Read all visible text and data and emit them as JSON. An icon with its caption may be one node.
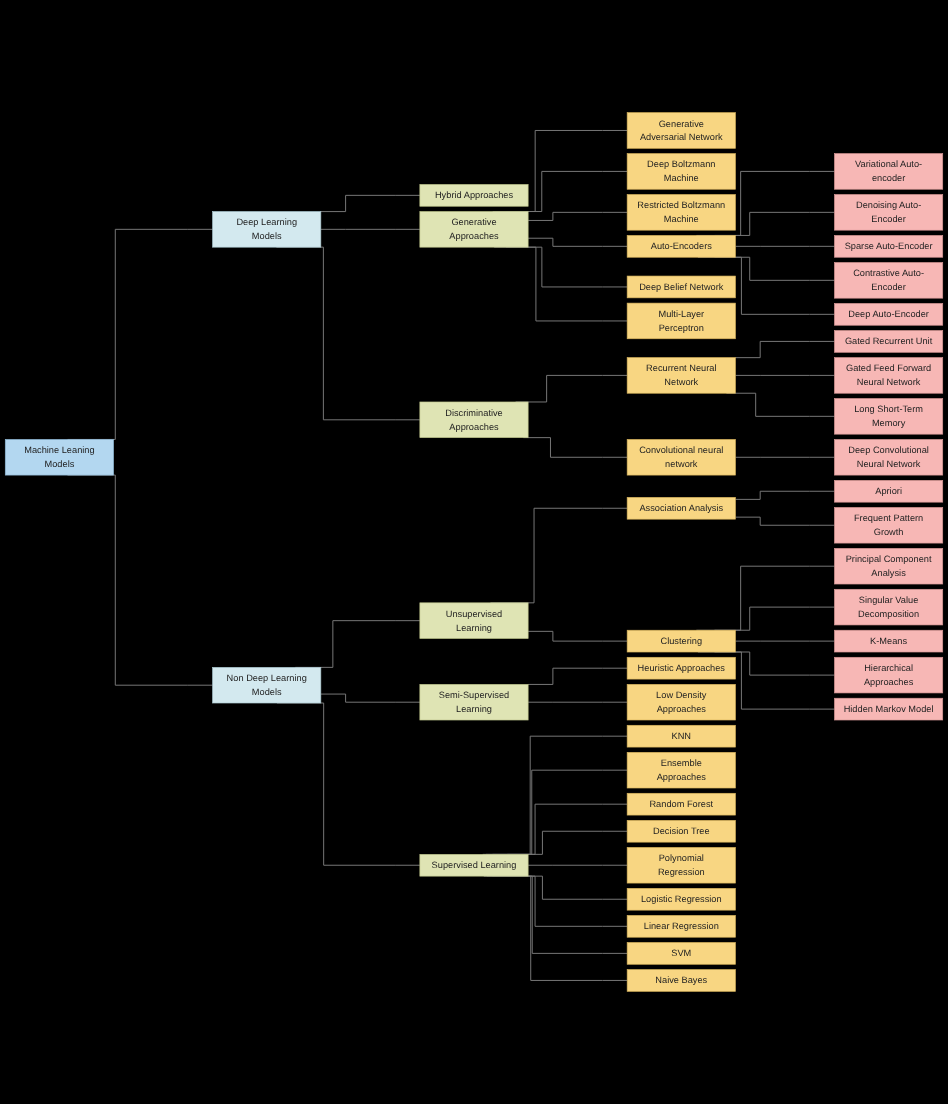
{
  "diagram": {
    "nodes": [
      {
        "text": [
          "Machine Leaning Models"
        ]
      },
      {
        "text": [
          "Deep Learning Models"
        ]
      },
      {
        "text": [
          "Hybrid Approaches"
        ]
      },
      {
        "text": [
          "Generative Approaches"
        ]
      },
      {
        "text": [
          "Generative Adversarial Network"
        ]
      },
      {
        "text": [
          "Deep Boltzmann Machine"
        ]
      },
      {
        "text": [
          "Restricted Boltzmann Machine"
        ]
      },
      {
        "text": [
          "Auto-Encoders"
        ]
      },
      {
        "text": [
          "Variational Auto-encoder"
        ]
      },
      {
        "text": [
          "Denoising Auto-Encoder"
        ]
      },
      {
        "text": [
          "Sparse Auto-Encoder"
        ]
      },
      {
        "text": [
          "Contrastive Auto-Encoder"
        ]
      },
      {
        "text": [
          "Deep Auto-Encoder"
        ]
      },
      {
        "text": [
          "Deep Belief Network"
        ]
      },
      {
        "text": [
          "Multi-Layer Perceptron"
        ]
      },
      {
        "text": [
          "Discriminative Approaches"
        ]
      },
      {
        "text": [
          "Recurrent Neural Network"
        ]
      },
      {
        "text": [
          "Gated Recurrent Unit"
        ]
      },
      {
        "text": [
          "Gated Feed Forward Neural Network"
        ]
      },
      {
        "text": [
          "Long Short-Term Memory"
        ]
      },
      {
        "text": [
          "Convolutional neural network"
        ]
      },
      {
        "text": [
          "Deep Convolutional Neural Network"
        ]
      },
      {
        "text": [
          "Non Deep Learning Models"
        ]
      },
      {
        "text": [
          "Unsupervised Learning"
        ]
      },
      {
        "text": [
          "Association Analysis"
        ]
      },
      {
        "text": [
          "Apriori"
        ]
      },
      {
        "text": [
          "Frequent Pattern Growth"
        ]
      },
      {
        "text": [
          "Clustering"
        ]
      },
      {
        "text": [
          "Principal Component Analysis"
        ]
      },
      {
        "text": [
          "Singular Value Decomposition"
        ]
      },
      {
        "text": [
          "K-Means"
        ]
      },
      {
        "text": [
          "Hierarchical Approaches"
        ]
      },
      {
        "text": [
          "Hidden Markov Model"
        ]
      },
      {
        "text": [
          "Semi-Supervised Learning"
        ]
      },
      {
        "text": [
          "Heuristic Approaches"
        ]
      },
      {
        "text": [
          "Low Density Approaches"
        ]
      },
      {
        "text": [
          "Supervised Learning"
        ]
      },
      {
        "text": [
          "KNN"
        ]
      },
      {
        "text": [
          "Ensemble Approaches"
        ]
      },
      {
        "text": [
          "Random Forest"
        ]
      },
      {
        "text": [
          "Decision Tree"
        ]
      },
      {
        "text": [
          "Polynomial Regression"
        ]
      },
      {
        "text": [
          "Logistic Regression"
        ]
      },
      {
        "text": [
          "Linear Regression"
        ]
      },
      {
        "text": [
          "SVM"
        ]
      },
      {
        "text": [
          "Naive Bayes"
        ]
      }
    ],
    "edges": [
      {
        "from": 0,
        "to": 1,
        "arrow": "none"
      },
      {
        "from": 1,
        "to": 2,
        "arrow": "none"
      },
      {
        "from": 1,
        "to": 3,
        "arrow": "none"
      },
      {
        "from": 3,
        "to": 4,
        "arrow": "none"
      },
      {
        "from": 3,
        "to": 5,
        "arrow": "none"
      },
      {
        "from": 3,
        "to": 6,
        "arrow": "none"
      },
      {
        "from": 3,
        "to": 7,
        "arrow": "none"
      },
      {
        "from": 7,
        "to": 8,
        "arrow": "none"
      },
      {
        "from": 7,
        "to": 9,
        "arrow": "none"
      },
      {
        "from": 7,
        "to": 10,
        "arrow": "none"
      },
      {
        "from": 7,
        "to": 11,
        "arrow": "none"
      },
      {
        "from": 7,
        "to": 12,
        "arrow": "none"
      },
      {
        "from": 3,
        "to": 13,
        "arrow": "none"
      },
      {
        "from": 3,
        "to": 14,
        "arrow": "none"
      },
      {
        "from": 1,
        "to": 15,
        "arrow": "none"
      },
      {
        "from": 15,
        "to": 16,
        "arrow": "none"
      },
      {
        "from": 16,
        "to": 17,
        "arrow": "none"
      },
      {
        "from": 16,
        "to": 18,
        "arrow": "none"
      },
      {
        "from": 16,
        "to": 19,
        "arrow": "none"
      },
      {
        "from": 15,
        "to": 20,
        "arrow": "none"
      },
      {
        "from": 20,
        "to": 21,
        "arrow": "none"
      },
      {
        "from": 0,
        "to": 22,
        "arrow": "none"
      },
      {
        "from": 22,
        "to": 23,
        "arrow": "none"
      },
      {
        "from": 23,
        "to": 24,
        "arrow": "none"
      },
      {
        "from": 24,
        "to": 25,
        "arrow": "none"
      },
      {
        "from": 24,
        "to": 26,
        "arrow": "none"
      },
      {
        "from": 23,
        "to": 27,
        "arrow": "none"
      },
      {
        "from": 27,
        "to": 28,
        "arrow": "none"
      },
      {
        "from": 27,
        "to": 29,
        "arrow": "none"
      },
      {
        "from": 27,
        "to": 30,
        "arrow": "none"
      },
      {
        "from": 27,
        "to": 31,
        "arrow": "none"
      },
      {
        "from": 27,
        "to": 32,
        "arrow": "none"
      },
      {
        "from": 22,
        "to": 33,
        "arrow": "none"
      },
      {
        "from": 33,
        "to": 34,
        "arrow": "none"
      },
      {
        "from": 33,
        "to": 35,
        "arrow": "none"
      },
      {
        "from": 22,
        "to": 36,
        "arrow": "none"
      },
      {
        "from": 36,
        "to": 37,
        "arrow": "none"
      },
      {
        "from": 36,
        "to": 38,
        "arrow": "none"
      },
      {
        "from": 36,
        "to": 39,
        "arrow": "none"
      },
      {
        "from": 36,
        "to": 40,
        "arrow": "none"
      },
      {
        "from": 36,
        "to": 41,
        "arrow": "none"
      },
      {
        "from": 36,
        "to": 42,
        "arrow": "none"
      },
      {
        "from": 36,
        "to": 43,
        "arrow": "none"
      },
      {
        "from": 36,
        "to": 44,
        "arrow": "none"
      },
      {
        "from": 36,
        "to": 45,
        "arrow": "none"
      }
    ]
  }
}
